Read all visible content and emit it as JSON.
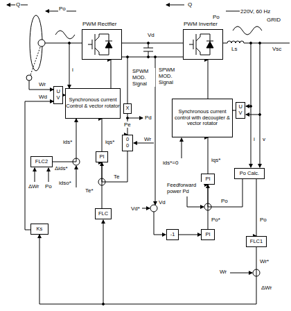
{
  "diagram": {
    "nodes": [
      {
        "text": [
          "PWM Rectfier"
        ]
      },
      {
        "text": [
          "PWM Inverter"
        ]
      },
      {
        "text": [
          "U V"
        ]
      },
      {
        "text": [
          "Synchronous current Control & vector rotator"
        ]
      },
      {
        "text": [
          "X"
        ]
      },
      {
        "text": [
          "0 0"
        ]
      },
      {
        "text": [
          "FLC2"
        ]
      },
      {
        "text": [
          "PI"
        ]
      },
      {
        "text": [
          "FLC"
        ]
      },
      {
        "text": [
          "Ks"
        ]
      },
      {
        "text": [
          "U V"
        ]
      },
      {
        "text": [
          "Synchronous current control with decoupler & vector rotator"
        ]
      },
      {
        "text": [
          "PI"
        ]
      },
      {
        "text": [
          "Po Calc."
        ]
      },
      {
        "text": [
          "PI"
        ]
      },
      {
        "text": [
          "-1"
        ]
      },
      {
        "text": [
          "FLC1"
        ]
      }
    ],
    "edges": [
      {
        "from": 2,
        "to": 3,
        "arrow": "to"
      },
      {
        "from": 3,
        "to": 0,
        "arrow": "to"
      },
      {
        "from": 4,
        "to": 5,
        "arrow": "to",
        "label": "Pe"
      },
      {
        "from": 5,
        "to": 7,
        "arrow": "to"
      },
      {
        "from": 8,
        "to": 7,
        "arrow": "to"
      },
      {
        "from": 7,
        "to": 3,
        "arrow": "to"
      },
      {
        "from": 6,
        "to": 3,
        "arrow": "to"
      },
      {
        "from": 10,
        "to": 11,
        "arrow": "to"
      },
      {
        "from": 11,
        "to": 1,
        "arrow": "to"
      },
      {
        "from": 12,
        "to": 11,
        "arrow": "to"
      },
      {
        "from": 14,
        "to": 12,
        "arrow": "to"
      },
      {
        "from": 13,
        "to": 12,
        "arrow": "to"
      },
      {
        "from": 15,
        "to": 14,
        "arrow": "to"
      },
      {
        "from": 13,
        "to": 16,
        "arrow": "to"
      },
      {
        "from": 16,
        "to": 9,
        "arrow": "to"
      },
      {
        "from": 9,
        "to": 2,
        "arrow": "to"
      }
    ],
    "labels": [
      "Q",
      "Po",
      "Q",
      "Po",
      "220V, 60 Hz",
      "GRID",
      "Vd",
      "Ls",
      "Vsc",
      "i",
      "Wr",
      "Wd",
      "SPWM MOD. Signal",
      "Pd",
      "Wr",
      "ids*",
      "iqs*",
      "Δids*",
      "idso*",
      "ΔWr",
      "Po",
      "Te",
      "Te*",
      "SPWM MOD. Signal",
      "i",
      "v",
      "ids*=0",
      "iqs*",
      "Feedforward power Pd",
      "Vd*",
      "Vd",
      "Po",
      "Po*",
      "Po",
      "Wr*",
      "Wr",
      "ΔWr"
    ]
  }
}
